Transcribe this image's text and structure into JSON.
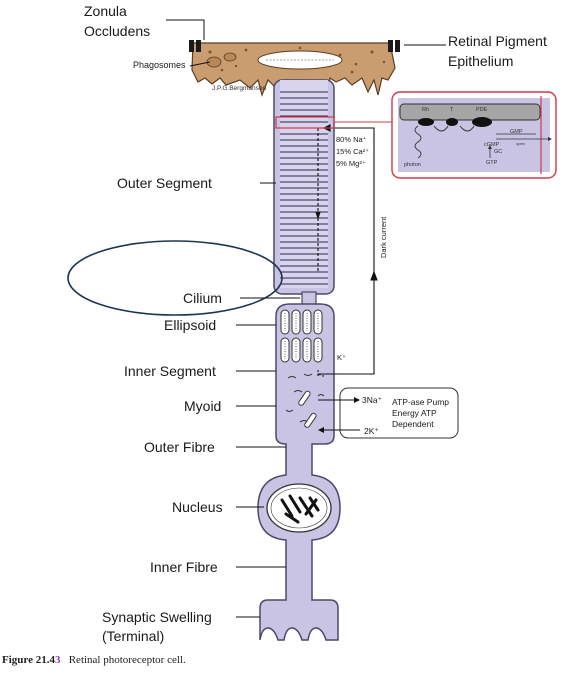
{
  "labels": {
    "zonula_1": "Zonula",
    "zonula_2": "Occludens",
    "rpe_1": "Retinal Pigment",
    "rpe_2": "Epithelium",
    "phagosomes": "Phagosomes",
    "credit": "J.P.G.Bergmanson",
    "outer_segment": "Outer Segment",
    "cilium": "Cilium",
    "ellipsoid": "Ellipsoid",
    "inner_segment": "Inner Segment",
    "myoid": "Myoid",
    "outer_fibre": "Outer Fibre",
    "nucleus": "Nucleus",
    "inner_fibre": "Inner Fibre",
    "synaptic_1": "Synaptic Swelling",
    "synaptic_2": "(Terminal)"
  },
  "ions": {
    "na": "80% Na⁺",
    "ca": "15% Ca²⁺",
    "mg": "5% Mg²⁺",
    "k": "K⁺",
    "dark_current": "Dark current"
  },
  "pump": {
    "na": "3Na⁺",
    "k": "2K⁺",
    "line1": "ATP-ase Pump",
    "line2": "Energy ATP",
    "line3": "Dependent"
  },
  "inset": {
    "rh": "Rh",
    "t": "T",
    "pde": "PDE",
    "gmp": "GMP",
    "cgmp": "cGMP",
    "open": "open",
    "gc": "GC",
    "gtp": "GTP",
    "photon": "photon"
  },
  "caption": {
    "figure": "Figure 21.4",
    "figure_struck": "3",
    "text": "Retinal photoreceptor cell."
  },
  "colors": {
    "cell": "#c9c3e4",
    "cell_stroke": "#4a4a6a",
    "rpe": "#c99d6f",
    "inset_border": "#d23a4a"
  }
}
